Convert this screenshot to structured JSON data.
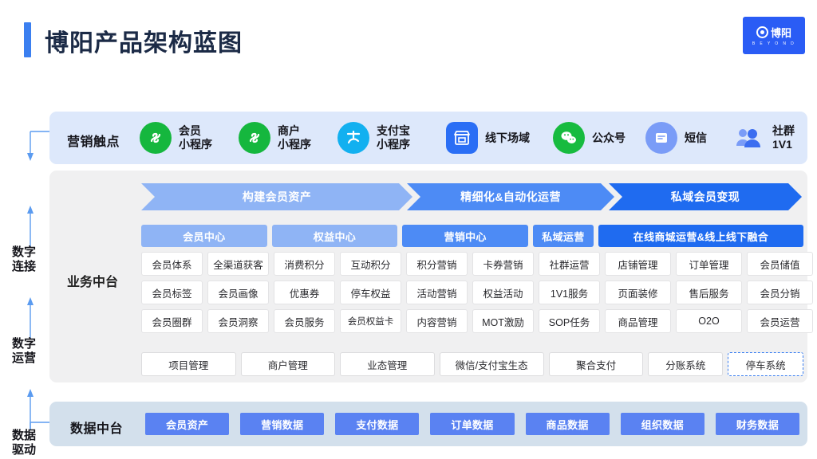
{
  "header": {
    "title": "博阳产品架构蓝图",
    "logo": {
      "cn": "博阳",
      "en": "B E Y O N D"
    }
  },
  "rail": {
    "items": [
      {
        "label": "数字\n连接"
      },
      {
        "label": "数字\n运营"
      },
      {
        "label": "数据\n驱动"
      }
    ]
  },
  "touchpoints": {
    "title": "营销触点",
    "items": [
      {
        "label": "会员\n小程序",
        "icon": "wechat-miniprogram-icon"
      },
      {
        "label": "商户\n小程序",
        "icon": "wechat-miniprogram-icon"
      },
      {
        "label": "支付宝\n小程序",
        "icon": "alipay-icon"
      },
      {
        "label": "线下场域",
        "icon": "store-icon"
      },
      {
        "label": "公众号",
        "icon": "wechat-official-icon"
      },
      {
        "label": "短信",
        "icon": "sms-icon"
      },
      {
        "label": "社群\n1V1",
        "icon": "community-icon"
      }
    ]
  },
  "stages": [
    {
      "label": "构建会员资产",
      "color": "#8fb4f5"
    },
    {
      "label": "精细化&自动化运营",
      "color": "#4d8bf5"
    },
    {
      "label": "私域会员变现",
      "color": "#1f6bf0"
    }
  ],
  "business": {
    "title": "业务中台",
    "groups": [
      {
        "label": "会员中心",
        "color": "#8fb4f5",
        "span": 2,
        "cells": [
          [
            "会员体系",
            "全渠道获客"
          ],
          [
            "会员标签",
            "会员画像"
          ],
          [
            "会员圈群",
            "会员洞察"
          ]
        ]
      },
      {
        "label": "权益中心",
        "color": "#8fb4f5",
        "span": 2,
        "cells": [
          [
            "消费积分",
            "互动积分"
          ],
          [
            "优惠券",
            "停车权益"
          ],
          [
            "会员服务",
            "会员权益卡"
          ]
        ]
      },
      {
        "label": "营销中心",
        "color": "#4d8bf5",
        "span": 2,
        "cells": [
          [
            "积分营销",
            "卡券营销"
          ],
          [
            "活动营销",
            "权益活动"
          ],
          [
            "内容营销",
            "MOT激励"
          ]
        ]
      },
      {
        "label": "私域运营",
        "color": "#4d8bf5",
        "span": 1,
        "cells": [
          [
            "社群运营"
          ],
          [
            "1V1服务"
          ],
          [
            "SOP任务"
          ]
        ]
      },
      {
        "label": "在线商城运营&线上线下融合",
        "color": "#1f6bf0",
        "span": 3,
        "cells": [
          [
            "店铺管理",
            "订单管理",
            "会员储值"
          ],
          [
            "页面装修",
            "售后服务",
            "会员分销"
          ],
          [
            "商品管理",
            "O2O",
            "会员运营"
          ]
        ]
      }
    ],
    "platform": [
      {
        "label": "项目管理",
        "style": "solid"
      },
      {
        "label": "商户管理",
        "style": "solid"
      },
      {
        "label": "业态管理",
        "style": "solid"
      },
      {
        "label": "微信/支付宝生态",
        "style": "solid"
      },
      {
        "label": "聚合支付",
        "style": "solid"
      },
      {
        "label": "分账系统",
        "style": "solid"
      },
      {
        "label": "停车系统",
        "style": "dashed"
      }
    ]
  },
  "data_platform": {
    "title": "数据中台",
    "chips": [
      "会员资产",
      "营销数据",
      "支付数据",
      "订单数据",
      "商品数据",
      "组织数据",
      "财务数据"
    ]
  },
  "colors": {
    "accent": "#3b7ff0",
    "brand": "#2a5cf5",
    "touch_bg": "#dde8fb",
    "mid_bg": "#f0f0f1",
    "data_bg": "#d3e0ec",
    "chip": "#5a82f2"
  }
}
